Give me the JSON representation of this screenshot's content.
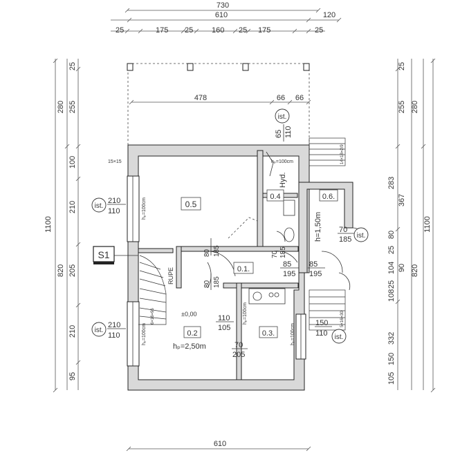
{
  "dimensions": {
    "top_total": "730",
    "top_mid": [
      "610",
      "120"
    ],
    "top_segments": [
      "25",
      "175",
      "25",
      "160",
      "25",
      "175",
      "25"
    ],
    "inner_top": [
      "478",
      "66",
      "66"
    ],
    "bottom": "610",
    "left_outer": [
      "1100"
    ],
    "left_mid": [
      "280",
      "820"
    ],
    "left_inner": [
      "25",
      "255",
      "100",
      "210",
      "205",
      "210",
      "95"
    ],
    "right_outer": [
      "1100"
    ],
    "right_mid": [
      "280",
      "820"
    ],
    "right_inner": [
      "25",
      "255",
      "283",
      "367",
      "104",
      "90",
      "108",
      "332"
    ],
    "right_detail": [
      "25",
      "80",
      "25",
      "25",
      "150",
      "105"
    ]
  },
  "rooms": [
    {
      "id": "0.1.",
      "label": "0.1."
    },
    {
      "id": "0.2",
      "label": "0.2"
    },
    {
      "id": "0.3.",
      "label": "0.3."
    },
    {
      "id": "0.4",
      "label": "0.4"
    },
    {
      "id": "0.5",
      "label": "0.5"
    },
    {
      "id": "0.6.",
      "label": "0.6."
    }
  ],
  "section_mark": "S1",
  "openings": {
    "w1": [
      "210",
      "110"
    ],
    "w2": [
      "210",
      "110"
    ],
    "w3": [
      "150",
      "110"
    ],
    "w4": [
      "70",
      "185"
    ],
    "top": [
      "65",
      "110"
    ],
    "d1": [
      "80",
      "185"
    ],
    "d2": [
      "80",
      "185"
    ],
    "d3": [
      "70",
      "185"
    ],
    "d4": [
      "85",
      "195"
    ],
    "d5": [
      "85",
      "195"
    ],
    "d6": [
      "110",
      "105"
    ],
    "d7": [
      "70",
      "205"
    ]
  },
  "tags": {
    "ist": "ist."
  },
  "notes": {
    "hp100": "hₚ=100cm",
    "h150": "h=1,50m",
    "h250": "hₚ=2,50m",
    "level": "±0,00",
    "hyd": "Hyd.",
    "s1515": "15×15",
    "stair1": "14×18=2/9",
    "stair2": "5×16=30",
    "stair3": "6×16=96",
    "rupe": "RUPE"
  }
}
